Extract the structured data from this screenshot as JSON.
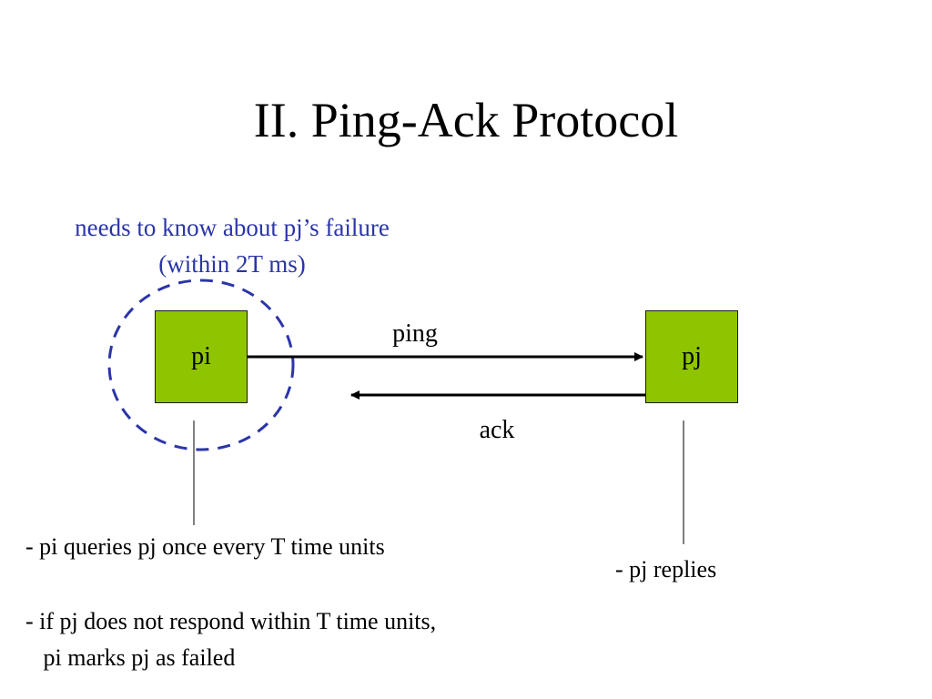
{
  "slide": {
    "title": "II. Ping-Ack Protocol"
  },
  "annotation": {
    "line1": "needs to know about pj’s failure",
    "line2": "(within 2T ms)",
    "color": "#2b35a8"
  },
  "nodes": {
    "pi": {
      "label": "pi"
    },
    "pj": {
      "label": "pj"
    },
    "fill_color": "#8fc400"
  },
  "messages": {
    "ping": "ping",
    "ack": "ack"
  },
  "notes": {
    "pi_line1": "- pi queries pj once every T time units",
    "pi_line2a": "- if pj does not respond within T time units,",
    "pi_line2b": "   pi marks pj as failed",
    "pj_line1": "- pj replies"
  }
}
